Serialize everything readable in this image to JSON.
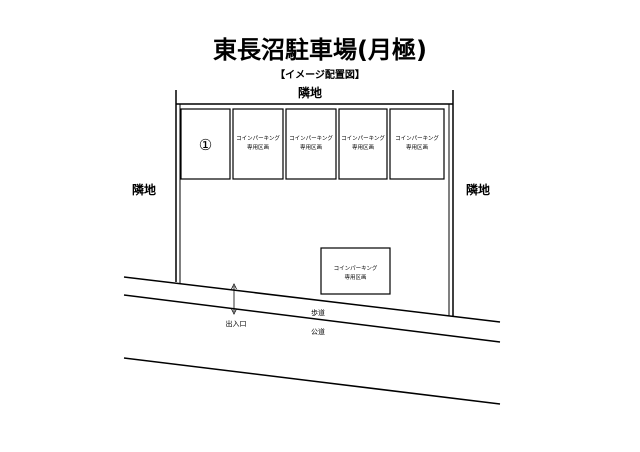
{
  "title": "東長沼駐車場(月極)",
  "subtitle": "【イメージ配置図】",
  "labels": {
    "neighbor_top": "隣地",
    "neighbor_left": "隣地",
    "neighbor_right": "隣地",
    "entrance": "出入口",
    "sidewalk": "歩道",
    "road": "公道"
  },
  "spaces": [
    {
      "label": "①"
    },
    {
      "line1": "コインパーキング",
      "line2": "専用区画"
    },
    {
      "line1": "コインパーキング",
      "line2": "専用区画"
    },
    {
      "line1": "コインパーキング",
      "line2": "専用区画"
    },
    {
      "line1": "コインパーキング",
      "line2": "専用区画"
    }
  ],
  "center_space": {
    "line1": "コインパーキング",
    "line2": "専用区画"
  }
}
